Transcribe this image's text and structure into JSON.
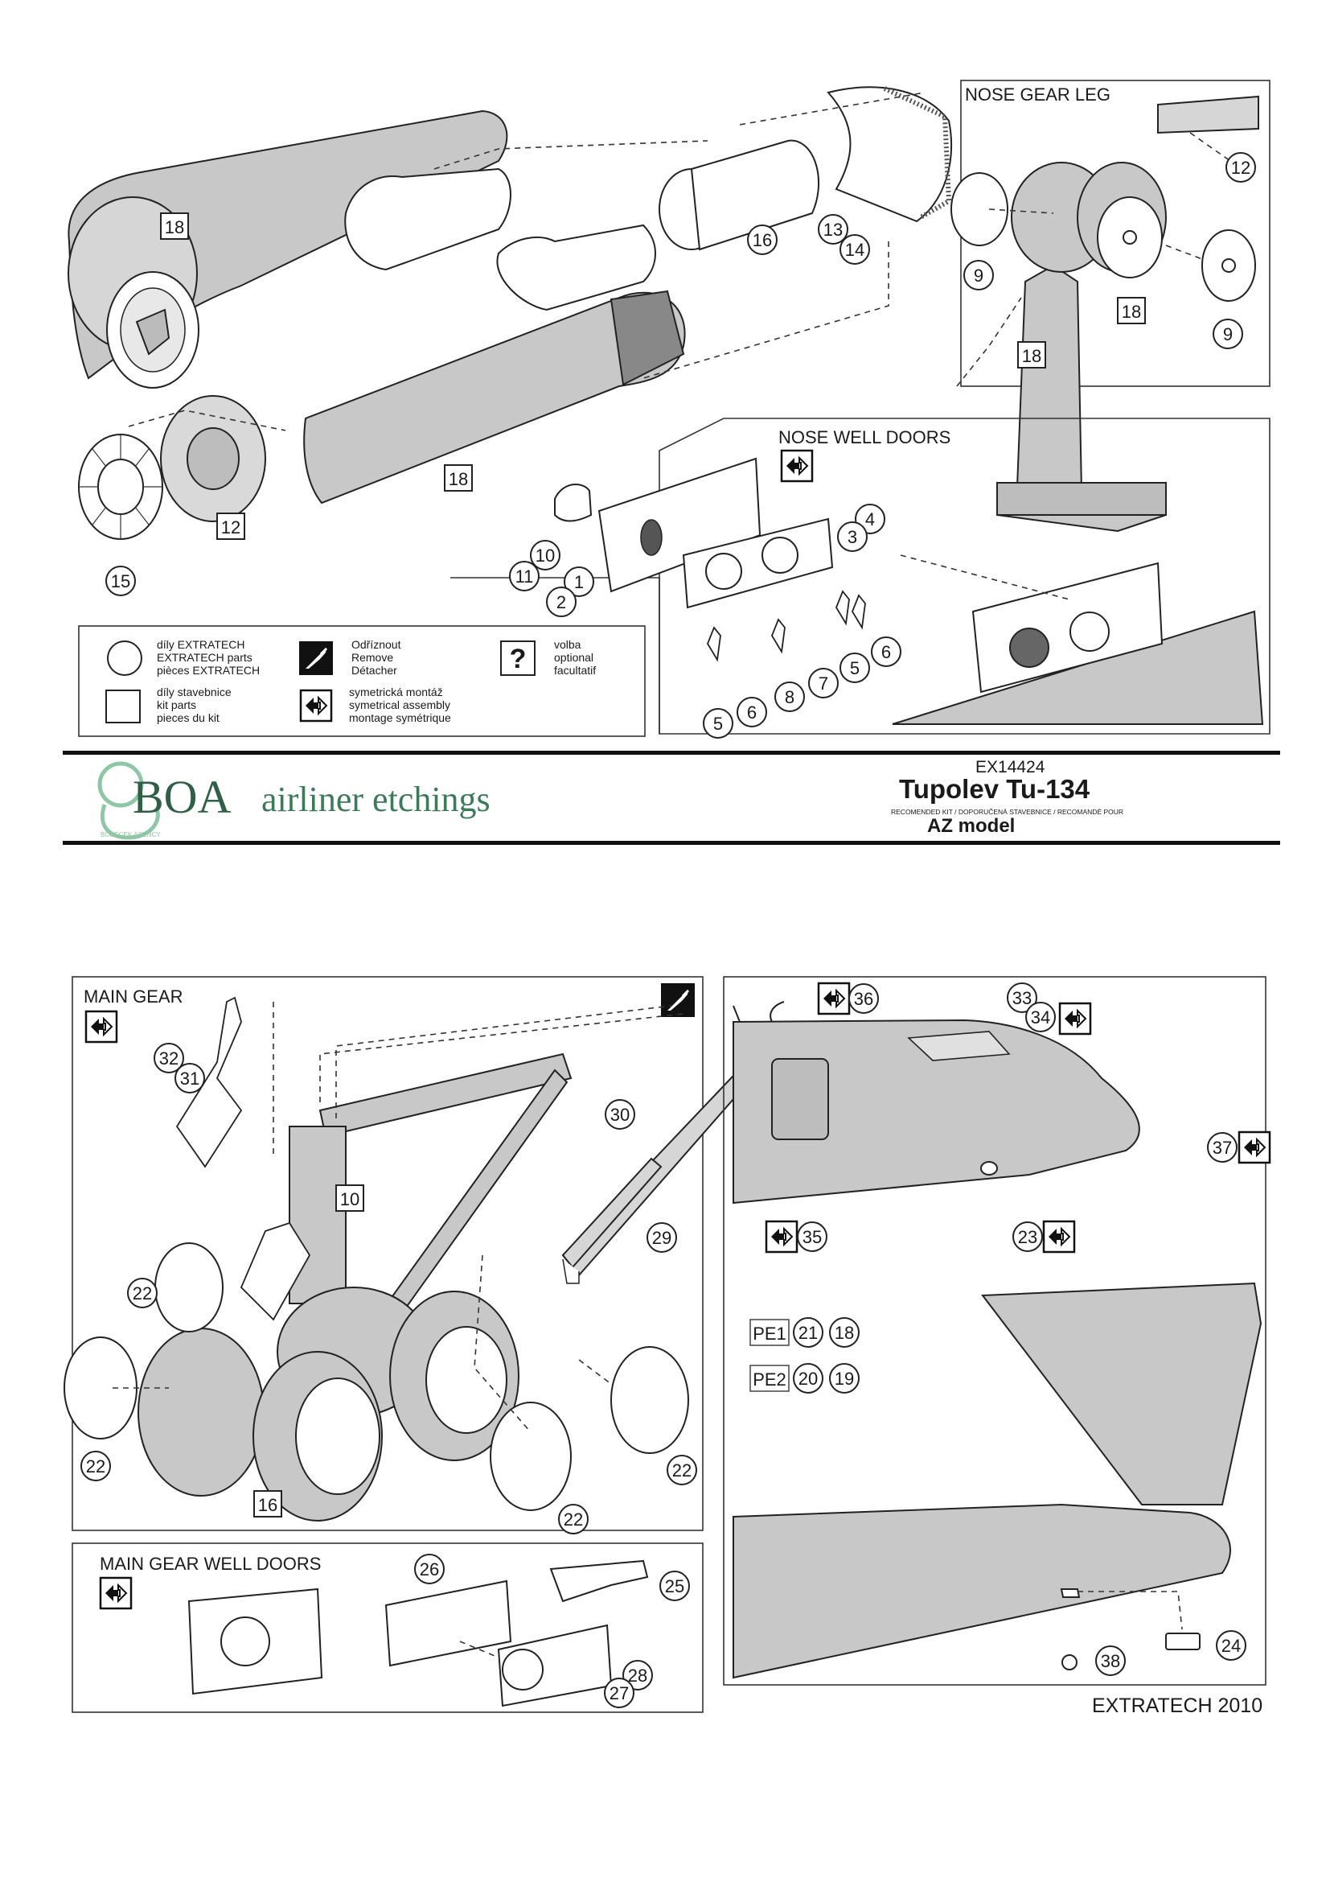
{
  "sheet": {
    "product_code": "EX14424",
    "model_title": "Tupolev Tu-134",
    "recommended_line": "RECOMENDED KIT / DOPORUČENÁ STAVEBNICE / RECOMANDÉ POUR",
    "kit_maker": "AZ model",
    "brand_word": "BOA",
    "brand_tagline": "airliner etchings",
    "brand_agency": "BODECEK AGENCY",
    "footer": "EXTRATECH 2010"
  },
  "sections": {
    "nose_gear_leg": "NOSE GEAR LEG",
    "nose_well_doors": "NOSE WELL DOORS",
    "main_gear": "MAIN GEAR",
    "main_gear_well_doors": "MAIN GEAR WELL DOORS"
  },
  "legend": {
    "extratech": [
      "díly EXTRATECH",
      "EXTRATECH parts",
      "pièces EXTRATECH"
    ],
    "kit": [
      "díly stavebnice",
      "kit parts",
      "pieces du kit"
    ],
    "cut": [
      "Odříznout",
      "Remove",
      "Détacher"
    ],
    "symmetric": [
      "symetrická montáž",
      "symetrical assembly",
      "montage symétrique"
    ],
    "optional": [
      "volba",
      "optional",
      "facultatif"
    ]
  },
  "callouts": {
    "kit_18a": "18",
    "kit_18b": "18",
    "kit_18c": "18",
    "kit_18d": "18",
    "kit_12": "12",
    "kit_10": "10",
    "kit_16": "16",
    "pe1": "PE1",
    "pe2": "PE2",
    "c16": "16",
    "c13": "13",
    "c14": "14",
    "c12": "12",
    "c9a": "9",
    "c9b": "9",
    "c15": "15",
    "c10": "10",
    "c11": "11",
    "c1": "1",
    "c2": "2",
    "c3": "3",
    "c4": "4",
    "c5a": "5",
    "c5b": "5",
    "c6a": "6",
    "c6b": "6",
    "c7": "7",
    "c8": "8",
    "c32": "32",
    "c31": "31",
    "c30": "30",
    "c29": "29",
    "c22a": "22",
    "c22b": "22",
    "c22c": "22",
    "c22d": "22",
    "c26": "26",
    "c25": "25",
    "c28": "28",
    "c27": "27",
    "c36": "36",
    "c33": "33",
    "c34": "34",
    "c37": "37",
    "c35": "35",
    "c23": "23",
    "c21": "21",
    "c18": "18",
    "c20": "20",
    "c19": "19",
    "c24": "24",
    "c38": "38"
  },
  "colors": {
    "part_grey": "#c8c8c8",
    "line": "#222222",
    "logo_green": "#8fc6a6",
    "logo_dark": "#2f5f46"
  },
  "icons": [
    "cut-knife-icon",
    "symmetric-assembly-icon",
    "optional-question-icon"
  ]
}
